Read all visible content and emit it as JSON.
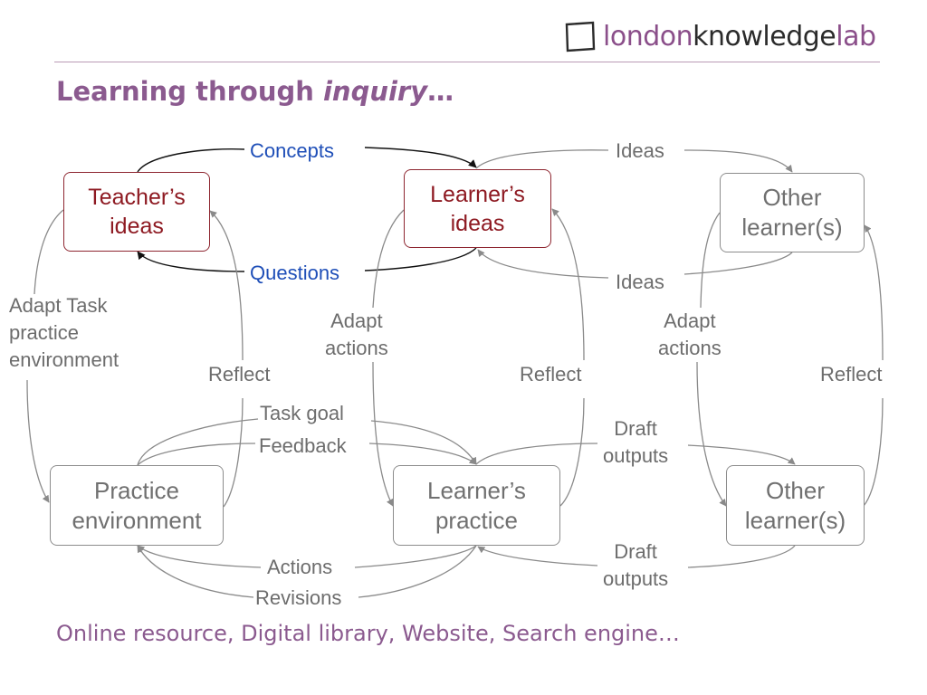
{
  "logo": {
    "part1": "london",
    "part2": "knowledge",
    "part3": "lab",
    "colors": {
      "light": "#8b4f8a",
      "dark": "#2b2b2b"
    }
  },
  "title": {
    "prefix": "Learning through ",
    "emphasis": "inquiry",
    "suffix": "…"
  },
  "nodes": {
    "teacher_ideas": "Teacher’s\nideas",
    "learner_ideas": "Learner’s\nideas",
    "other_learners_top": "Other\nlearner(s)",
    "practice_environment": "Practice\nenvironment",
    "learner_practice": "Learner’s\npractice",
    "other_learners_bottom": "Other\nlearner(s)"
  },
  "labels": {
    "concepts": "Concepts",
    "questions": "Questions",
    "ideas_top": "Ideas",
    "ideas_bottom": "Ideas",
    "adapt_task": "Adapt Task\npractice\nenvironment",
    "reflect_1": "Reflect",
    "adapt_actions_1": "Adapt\nactions",
    "reflect_2": "Reflect",
    "adapt_actions_2": "Adapt\nactions",
    "reflect_3": "Reflect",
    "task_goal": "Task goal",
    "feedback": "Feedback",
    "draft_outputs_top": "Draft\noutputs",
    "actions": "Actions",
    "revisions": "Revisions",
    "draft_outputs_bottom": "Draft\noutputs"
  },
  "footer": "Online resource, Digital library, Website, Search engine…",
  "colors": {
    "title": "#8b5a8f",
    "rule": "#b99ab6",
    "teacher_path": "#8e2630",
    "blue_label": "#1f4fb8",
    "grey_arrow": "#8a8a8a"
  }
}
